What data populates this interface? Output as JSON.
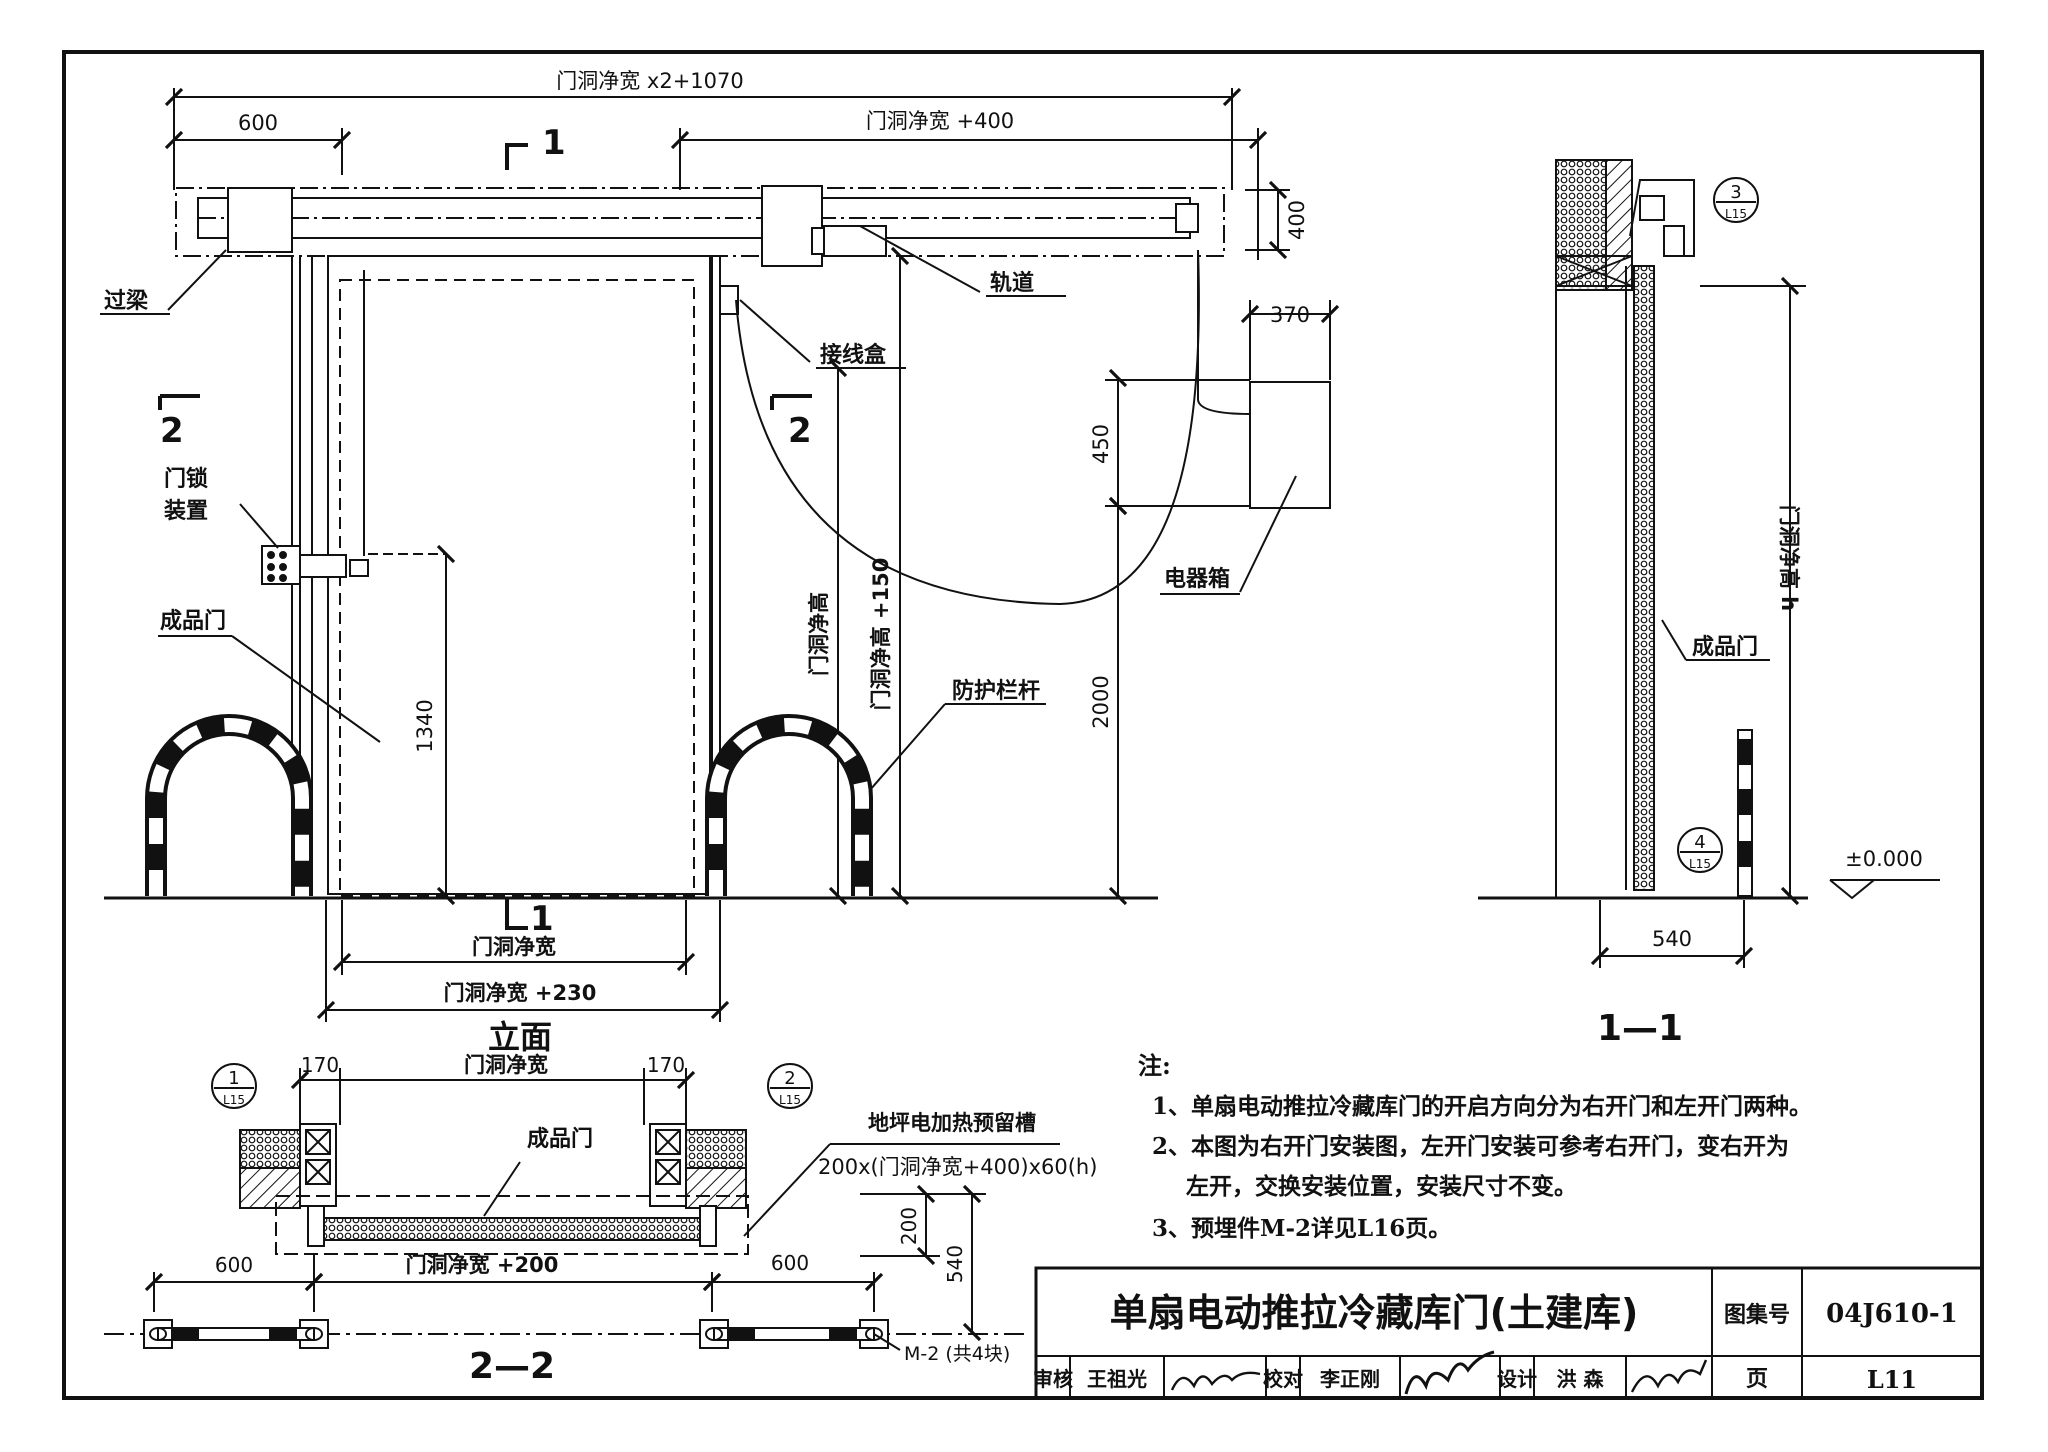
{
  "elevation": {
    "dim_total": "门洞净宽 x2+1070",
    "dim_600_top": "600",
    "dim_plus400": "门洞净宽 +400",
    "dim_400": "400",
    "dim_370": "370",
    "dim_450": "450",
    "dim_1340": "1340",
    "dim_2000": "2000",
    "dim_h": "门洞净高",
    "dim_h150": "门洞净高 +150",
    "dim_width": "门洞净宽",
    "dim_width230": "门洞净宽 +230",
    "section_mark_1": "1",
    "section_mark_2": "2",
    "label_beam": "过梁",
    "label_track": "轨道",
    "label_junction": "接线盒",
    "label_lock_1": "门锁",
    "label_lock_2": "装置",
    "label_door": "成品门",
    "label_ebox": "电器箱",
    "label_guard": "防护栏杆",
    "title": "立面"
  },
  "section11": {
    "ref_top_num": "3",
    "ref_top_page": "L15",
    "ref_bot_num": "4",
    "ref_bot_page": "L15",
    "dim_h": "门洞净高 h",
    "label_door": "成品门",
    "level": "±0.000",
    "dim_540": "540",
    "title": "1—1"
  },
  "section22": {
    "ref_left_num": "1",
    "ref_left_page": "L15",
    "ref_right_num": "2",
    "ref_right_page": "L15",
    "dim_170_left": "170",
    "dim_170_right": "170",
    "dim_width": "门洞净宽",
    "label_door": "成品门",
    "label_slot": "地坪电加热预留槽",
    "slot_size": "200x(门洞净宽+400)x60(h)",
    "dim_200": "200",
    "dim_540": "540",
    "dim_600_left": "600",
    "dim_600_right": "600",
    "dim_width200": "门洞净宽 +200",
    "label_m2": "M-2 (共4块)",
    "title": "2—2"
  },
  "notes": {
    "heading": "注:",
    "items": [
      "1、单扇电动推拉冷藏库门的开启方向分为右开门和左开门两种。",
      "2、本图为右开门安装图，左开门安装可参考右开门，变右开为",
      "左开，交换安装位置，安装尺寸不变。",
      "3、预埋件M-2详见L16页。"
    ]
  },
  "title_block": {
    "title": "单扇电动推拉冷藏库门(土建库)",
    "atlas_label": "图集号",
    "atlas_no": "04J610-1",
    "page_label": "页",
    "page_no": "L11",
    "review_label": "审核",
    "reviewer": "王祖光",
    "check_label": "校对",
    "checker": "李正刚",
    "design_label": "设计",
    "designer": "洪 森"
  }
}
